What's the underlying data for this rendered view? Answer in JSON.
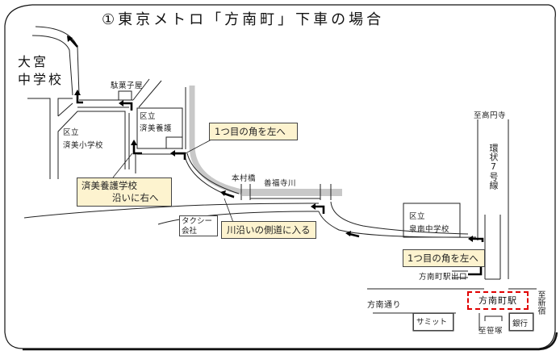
{
  "title": "①東京メトロ「方南町」下車の場合",
  "colors": {
    "callout_bg": "#fdf3cf",
    "river": "#c8c8c8",
    "station_border": "#e00000",
    "route_arrow": "#000000"
  },
  "landmarks": {
    "omiya_school_line1": "大宮",
    "omiya_school_line2": "中学校",
    "dagashiya": "駄菓子屋",
    "saibi_yogo_line1": "区立",
    "saibi_yogo_line2": "済美養護",
    "saibi_elem_line1": "区立",
    "saibi_elem_line2": "済美小学校",
    "honmura_bridge": "本村橋",
    "zenpukuji_river": "善福寺川",
    "taxi_line1": "タクシー",
    "taxi_line2": "会社",
    "izuminan_line1": "区立",
    "izuminan_line2": "泉南中学校",
    "to_koenji": "至高円寺",
    "kanjo7": "環状7号線",
    "station_exit": "方南町駅出口",
    "honan_street": "方南通り",
    "station": "方南町駅",
    "to_shinjuku": "至新宿",
    "summit": "サミット",
    "to_sasazuka": "至笹塚",
    "bank": "銀行"
  },
  "callouts": {
    "first_left_1": "1つ目の角を左へ",
    "along_school_line1": "済美養護学校",
    "along_school_line2": "沿いに右へ",
    "river_path": "川沿いの側道に入る",
    "first_left_2": "1つ目の角を左へ"
  }
}
